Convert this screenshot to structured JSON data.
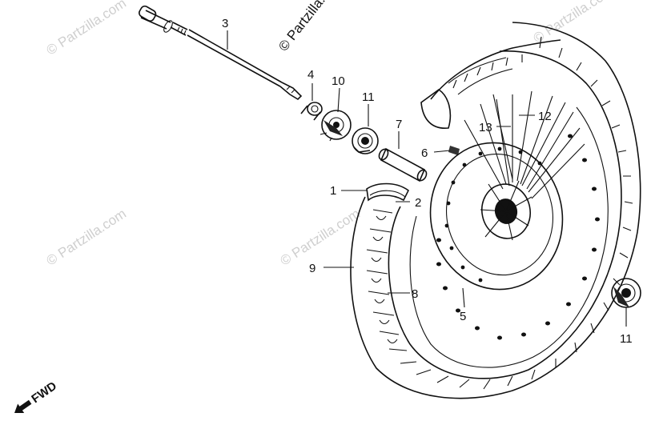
{
  "watermark": {
    "main": "© Partzilla.com",
    "faint": "© Partzilla.com"
  },
  "callouts": {
    "c1": "1",
    "c2": "2",
    "c3": "3",
    "c4": "4",
    "c5": "5",
    "c6": "6",
    "c7": "7",
    "c8": "8",
    "c9": "9",
    "c10": "10",
    "c11a": "11",
    "c11b": "11",
    "c12": "12",
    "c13": "13"
  },
  "fwd_label": "FWD"
}
